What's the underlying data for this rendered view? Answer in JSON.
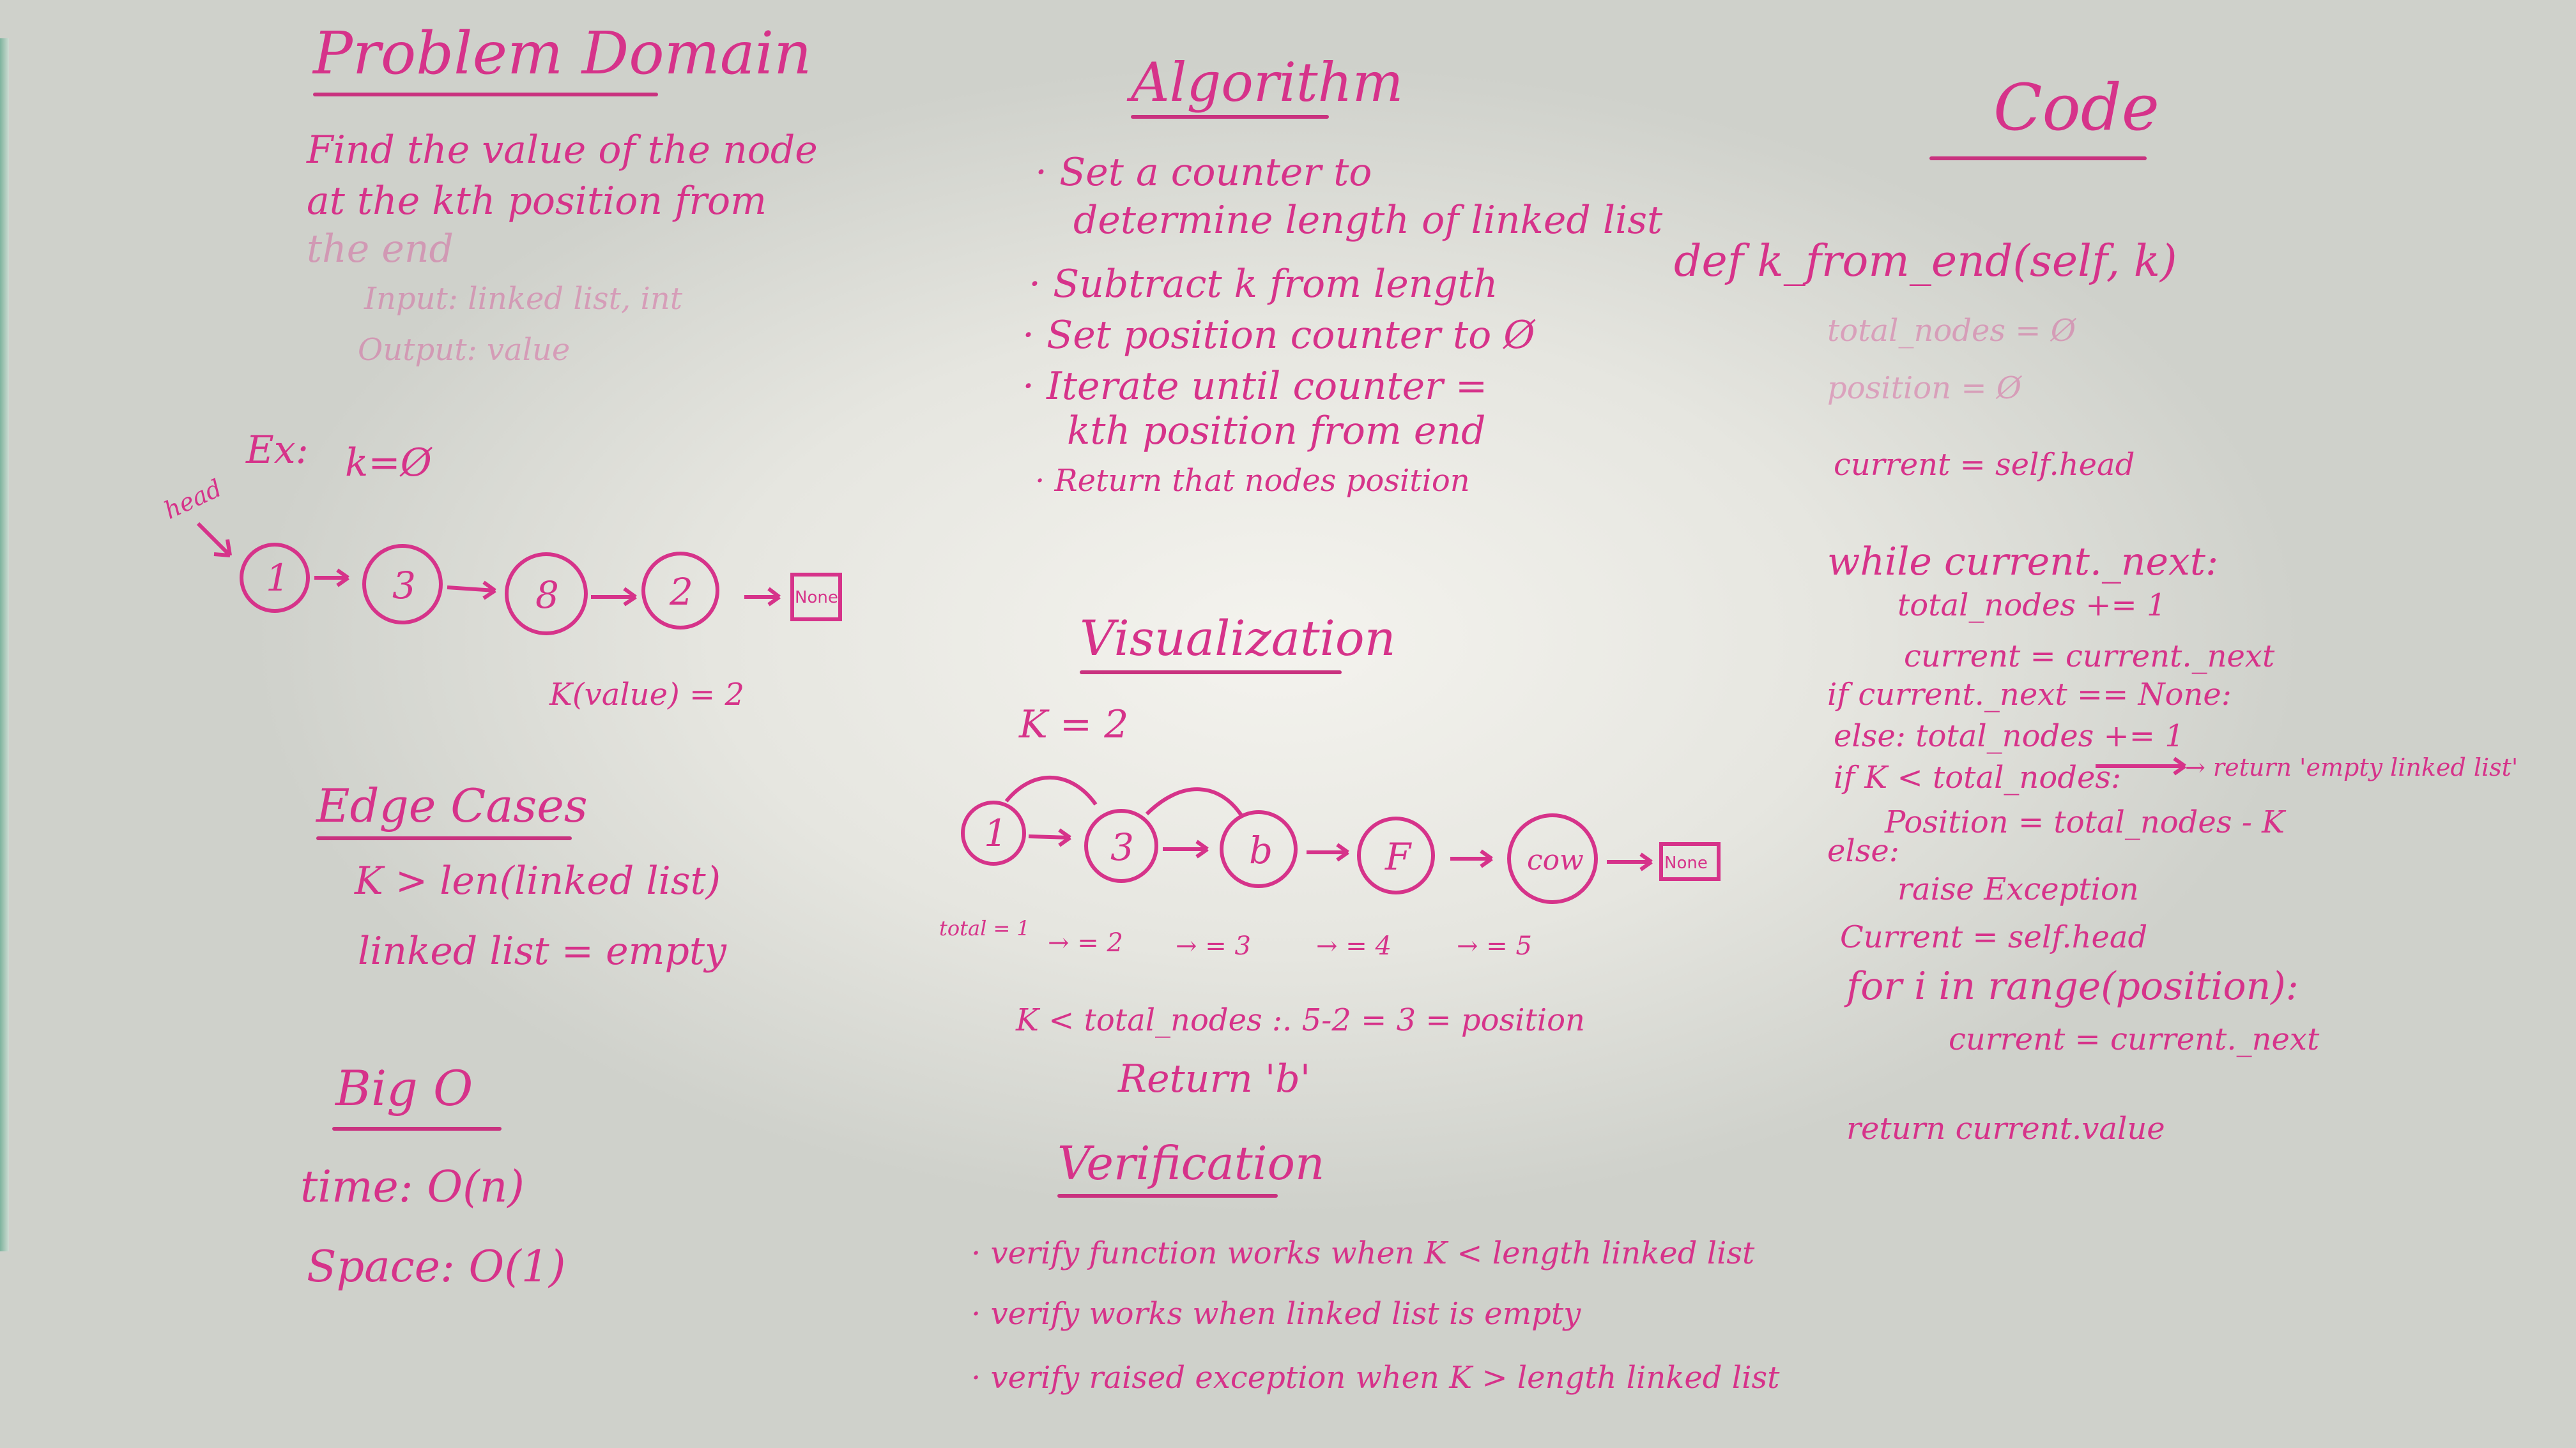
{
  "problem_domain": {
    "title": "Problem Domain",
    "line1": "Find the value of the node",
    "line2": "at the kth position from",
    "line3": "the end",
    "input": "Input: linked list, int",
    "output": "Output: value"
  },
  "example": {
    "label": "Ex:",
    "k": "k=Ø",
    "head": "head",
    "nodes": [
      "1",
      "3",
      "8",
      "2"
    ],
    "none": "None",
    "result": "K(value) = 2"
  },
  "edge_cases": {
    "title": "Edge Cases",
    "items": [
      "K > len(linked list)",
      "linked list = empty"
    ]
  },
  "big_o": {
    "title": "Big O",
    "time": "time: O(n)",
    "space": "Space: O(1)"
  },
  "algorithm": {
    "title": "Algorithm",
    "steps": [
      "· Set a counter to",
      "determine length of linked list",
      "· Subtract k from length",
      "· Set position counter to Ø",
      "· Iterate until counter =",
      "kth position from end",
      "· Return that nodes position"
    ]
  },
  "visualization": {
    "title": "Visualization",
    "k": "K = 2",
    "nodes": [
      "1",
      "3",
      "b",
      "F",
      "cow"
    ],
    "none": "None",
    "totals": [
      "total = 1",
      "→ = 2",
      "→ = 3",
      "→ = 4",
      "→ = 5"
    ],
    "calc": "K < total_nodes :. 5-2 = 3 = position",
    "ret": "Return 'b'"
  },
  "verification": {
    "title": "Verification",
    "items": [
      "· verify function works when K < length linked list",
      "· verify works when linked list is empty",
      "· verify raised exception when K > length linked list"
    ]
  },
  "code": {
    "title": "Code",
    "lines": [
      "def  k_from_end(self, k)",
      "total_nodes = Ø",
      "position = Ø",
      "current = self.head",
      "while current._next:",
      "total_nodes += 1",
      "current = current._next",
      "if current._next == None:",
      "else:   total_nodes += 1",
      "if K < total_nodes:",
      "→ return 'empty linked list'",
      "Position = total_nodes - K",
      "else:",
      "raise Exception",
      "Current = self.head",
      "for  i  in  range(position):",
      "current = current._next",
      "return  current.value"
    ]
  },
  "colors": {
    "ink": "#d6338a",
    "board": "#e9e9e4"
  }
}
